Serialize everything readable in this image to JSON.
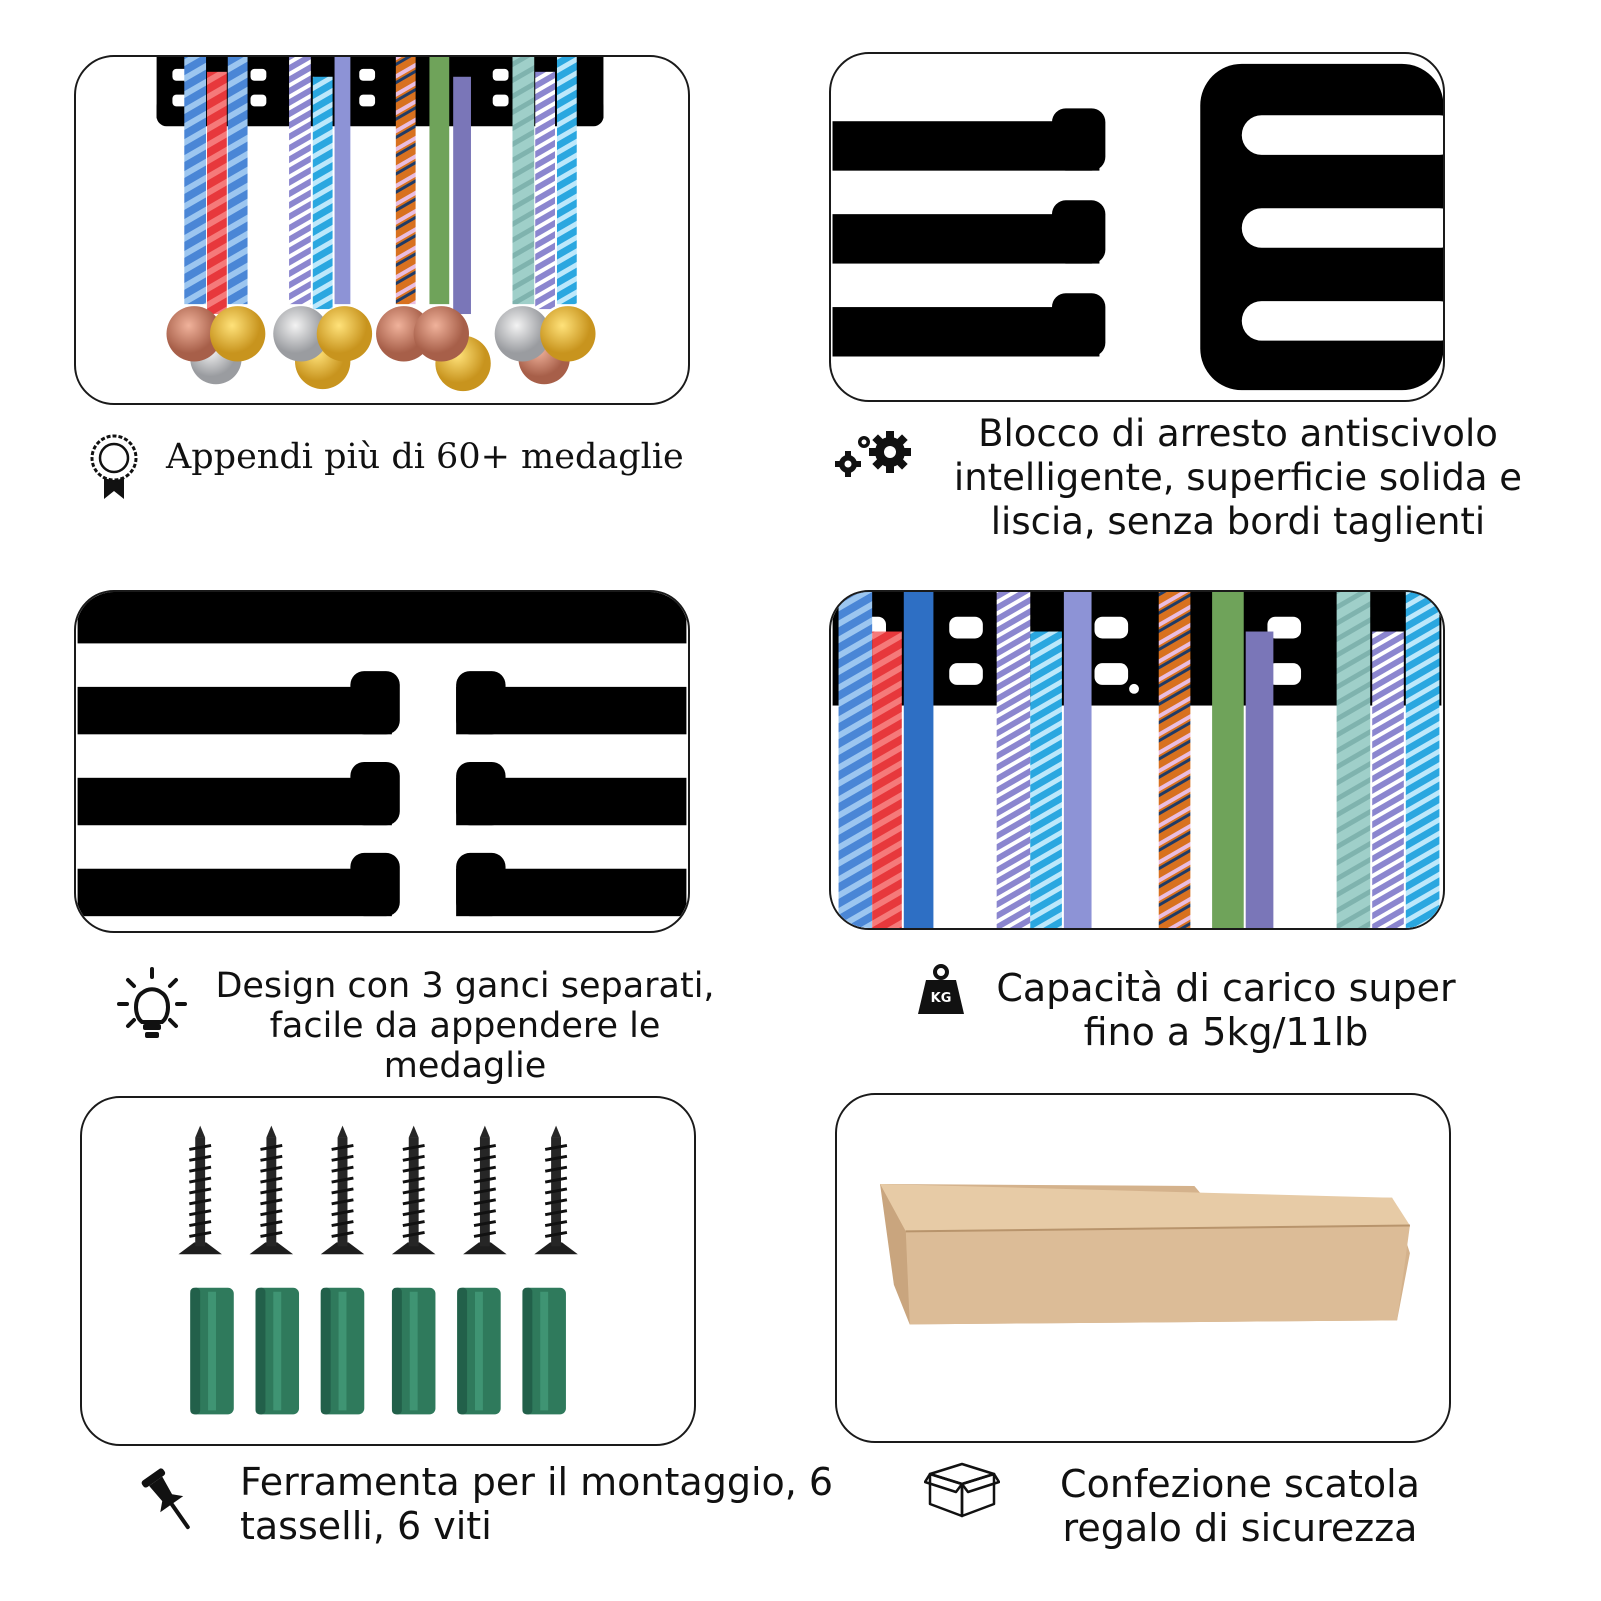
{
  "features": [
    {
      "caption": "Appendi più di 60+ medaglie",
      "icon": "award-ribbon-icon"
    },
    {
      "caption_lines": [
        "Blocco di arresto antiscivolo",
        "intelligente, superficie solida e",
        "liscia, senza bordi taglienti"
      ],
      "icon": "gears-icon"
    },
    {
      "caption_lines": [
        "Design con 3 ganci separati,",
        "facile da appendere le",
        "medaglie"
      ],
      "icon": "lightbulb-icon"
    },
    {
      "caption_lines": [
        "Capacità di carico super",
        "fino a 5kg/11lb"
      ],
      "icon": "weight-kg-icon",
      "icon_label": "KG"
    },
    {
      "caption_lines": [
        "Ferramenta per il montaggio, 6",
        "tasselli, 6 viti"
      ],
      "icon": "pushpin-icon"
    },
    {
      "caption_lines": [
        "Confezione scatola",
        "regalo di sicurezza"
      ],
      "icon": "box-icon"
    }
  ],
  "colors": {
    "rack": "#000000",
    "anchor_green": "#2f7a5c",
    "box_cardboard": "#dcbc97",
    "gold": "#d4a62a",
    "silver": "#b9bcc0",
    "bronze": "#c07a63"
  }
}
